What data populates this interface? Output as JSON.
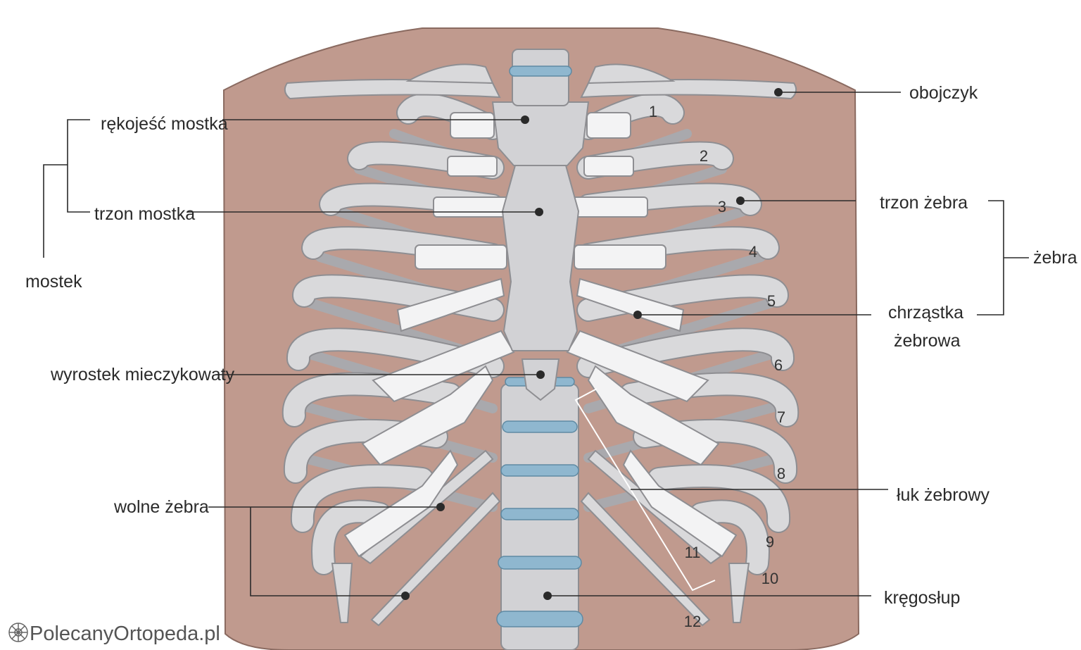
{
  "labels": {
    "obojczyk": "obojczyk",
    "rekojesc": "rękojeść mostka",
    "trzon_mostka": "trzon mostka",
    "mostek": "mostek",
    "trzon_zebra": "trzon żebra",
    "zebra": "żebra",
    "chrzastka_1": "chrząstka",
    "chrzastka_2": "żebrowa",
    "wyrostek": "wyrostek mieczykowaty",
    "luk": "łuk żebrowy",
    "wolne": "wolne żebra",
    "kregoslup": "kręgosłup"
  },
  "rib_numbers": [
    "1",
    "2",
    "3",
    "4",
    "5",
    "6",
    "7",
    "8",
    "9",
    "10",
    "11",
    "12"
  ],
  "logo": "PolecanyOrtopeda.pl",
  "colors": {
    "skin": "#c09a8e",
    "skin_outline": "#8a6a60",
    "bone": "#d9d9db",
    "bone_dark": "#a9a9ad",
    "cartilage": "#f3f3f4",
    "disc": "#8fb7cf"
  }
}
